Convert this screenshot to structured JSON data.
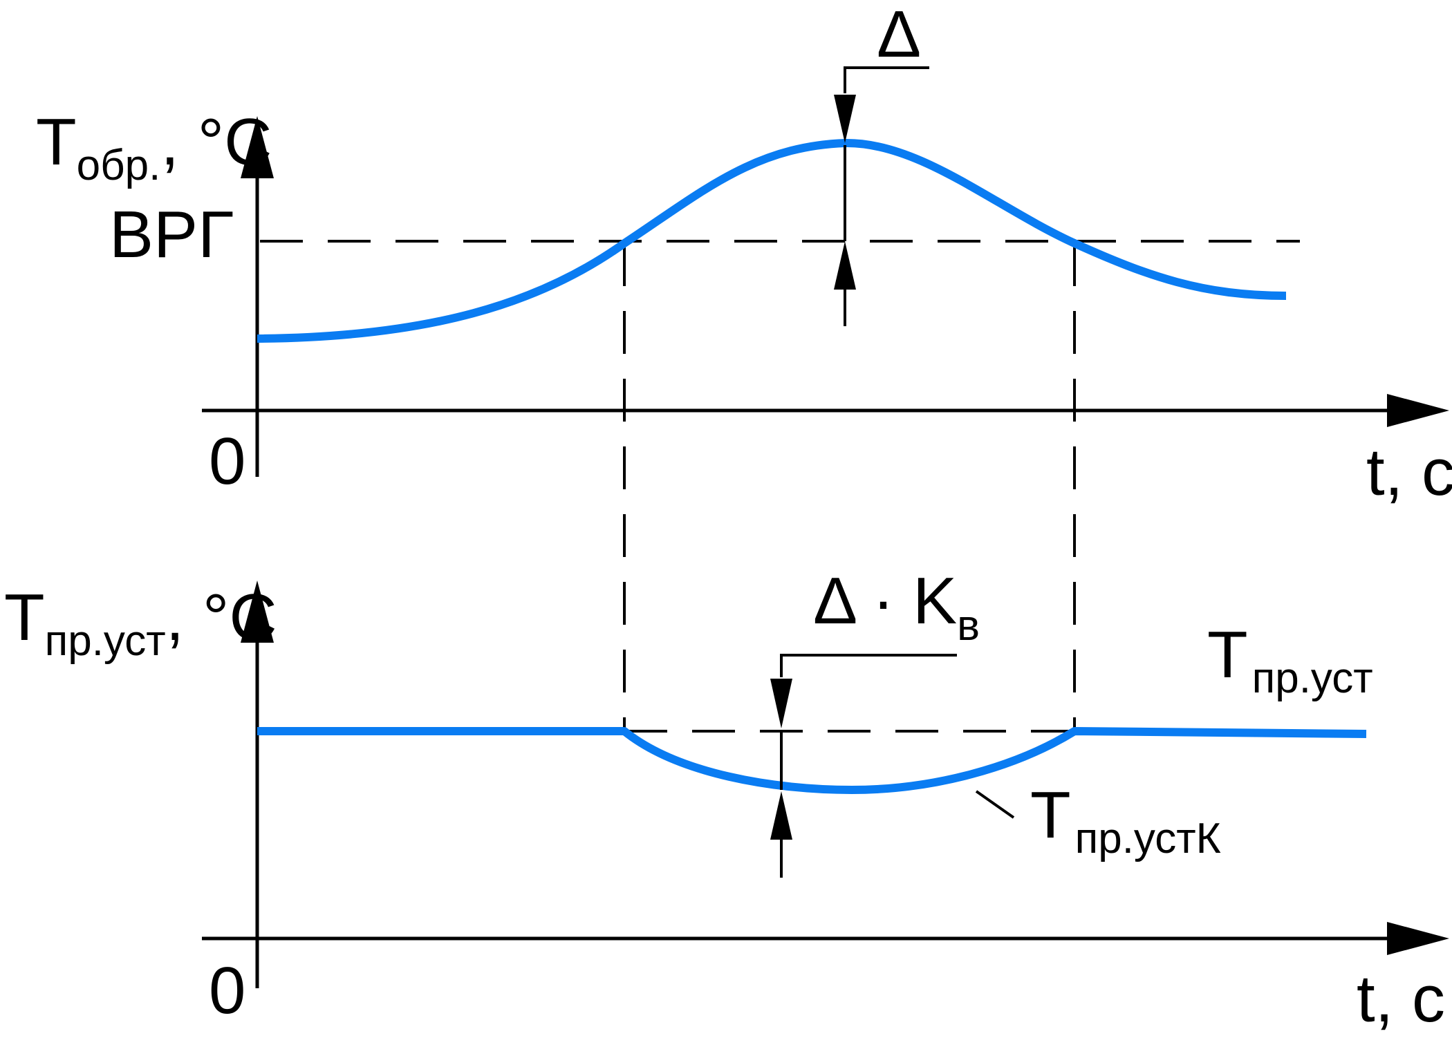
{
  "top_chart": {
    "y_axis_label": {
      "main": "T",
      "sub": "обр.",
      "rest": ", °C"
    },
    "threshold_label": "ВРГ",
    "delta_label": "Δ",
    "origin_label": "0",
    "x_axis_label": "t, c"
  },
  "bottom_chart": {
    "y_axis_label": {
      "main": "T",
      "sub": "пр.уст",
      "rest": ", °C"
    },
    "delta_k_label": {
      "main": "Δ · K",
      "sub": "в"
    },
    "setpoint_label": {
      "main": "T",
      "sub": "пр.уст"
    },
    "corrected_label": {
      "main": "T",
      "sub": "пр.устК"
    },
    "origin_label": "0",
    "x_axis_label": "t, c"
  },
  "colors": {
    "curve": "#0a7cf2",
    "line": "#000000",
    "background": "#ffffff"
  }
}
